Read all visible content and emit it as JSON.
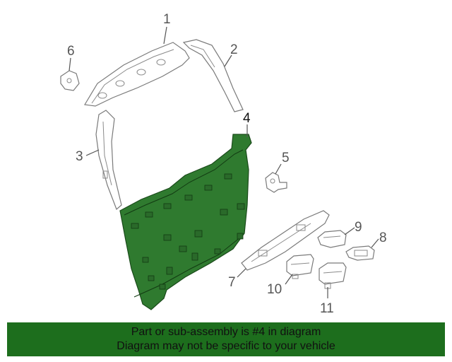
{
  "diagram": {
    "callouts": [
      {
        "id": "1",
        "text": "1"
      },
      {
        "id": "2",
        "text": "2"
      },
      {
        "id": "3",
        "text": "3"
      },
      {
        "id": "4",
        "text": "4"
      },
      {
        "id": "5",
        "text": "5"
      },
      {
        "id": "6",
        "text": "6"
      },
      {
        "id": "7",
        "text": "7"
      },
      {
        "id": "8",
        "text": "8"
      },
      {
        "id": "9",
        "text": "9"
      },
      {
        "id": "10",
        "text": "10"
      },
      {
        "id": "11",
        "text": "11"
      }
    ],
    "highlighted_part": "4",
    "colors": {
      "highlight": "#2f7a2f",
      "banner": "#1d6e1d",
      "outline": "#7a7a7a"
    }
  },
  "banner": {
    "line1": "Part or sub-assembly is #4 in diagram",
    "line2": "Diagram may not be specific to your vehicle"
  }
}
